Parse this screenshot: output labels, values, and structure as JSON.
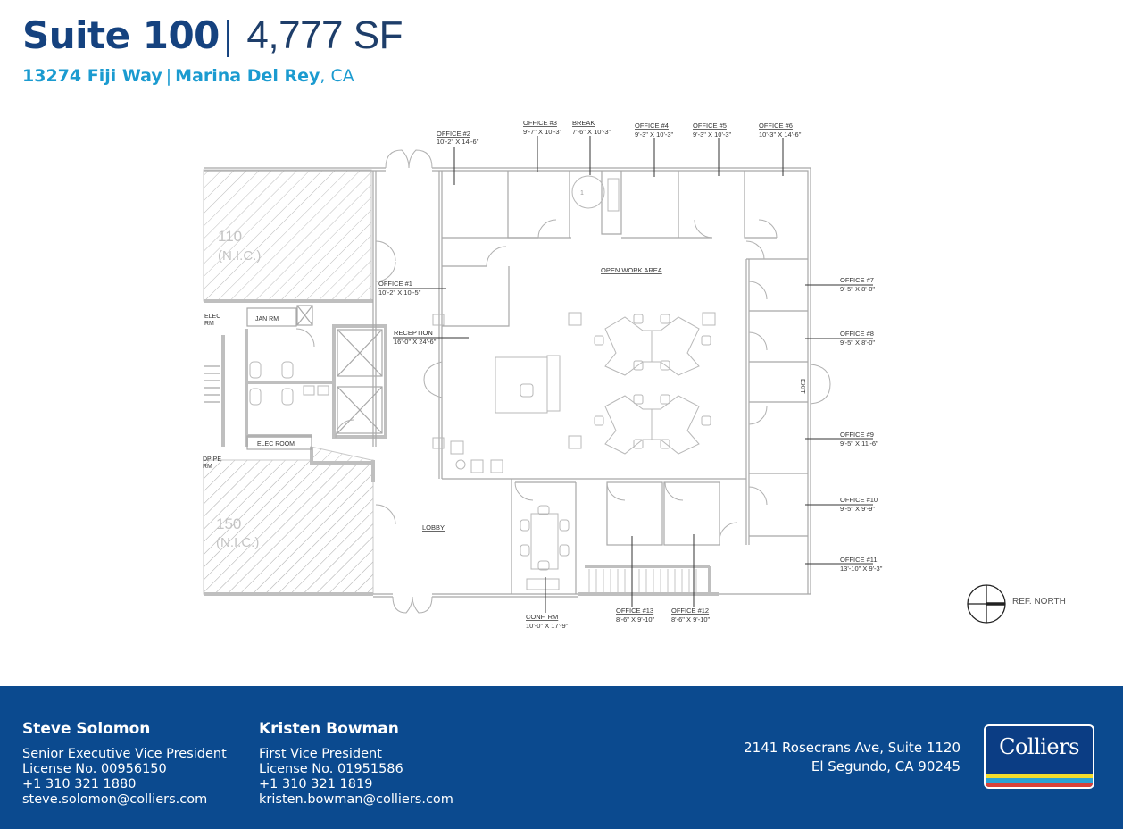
{
  "header": {
    "suite": "Suite 100",
    "separator": "|",
    "area": "4,777 SF",
    "street": "13274 Fiji Way",
    "address_separator": "|",
    "city": "Marina Del Rey",
    "state": ", CA"
  },
  "floorplan": {
    "rooms": [
      {
        "id": "office-2",
        "name": "OFFICE #2",
        "size": "10'-2\" X 14'-6\""
      },
      {
        "id": "office-3",
        "name": "OFFICE #3",
        "size": "9'-7\" X 10'-3\""
      },
      {
        "id": "break",
        "name": "BREAK",
        "size": "7'-6\" X 10'-3\""
      },
      {
        "id": "office-4",
        "name": "OFFICE #4",
        "size": "9'-3\" X 10'-3\""
      },
      {
        "id": "office-5",
        "name": "OFFICE #5",
        "size": "9'-3\" X 10'-3\""
      },
      {
        "id": "office-6",
        "name": "OFFICE #6",
        "size": "10'-3\" X 14'-6\""
      },
      {
        "id": "office-1",
        "name": "OFFICE #1",
        "size": "10'-2\" X 10'-5\""
      },
      {
        "id": "reception",
        "name": "RECEPTION",
        "size": "16'-0\" X 24'-6\""
      },
      {
        "id": "office-7",
        "name": "OFFICE #7",
        "size": "9'-5\" X 8'-0\""
      },
      {
        "id": "office-8",
        "name": "OFFICE #8",
        "size": "9'-5\" X 8'-0\""
      },
      {
        "id": "office-9",
        "name": "OFFICE #9",
        "size": "9'-5\" X 11'-6\""
      },
      {
        "id": "office-10",
        "name": "OFFICE #10",
        "size": "9'-5\" X 9'-9\""
      },
      {
        "id": "office-11",
        "name": "OFFICE #11",
        "size": "13'-10\" X 9'-3\""
      },
      {
        "id": "conf-rm",
        "name": "CONF. RM",
        "size": "10'-0\" X 17'-9\""
      },
      {
        "id": "office-13",
        "name": "OFFICE #13",
        "size": "8'-6\" X 9'-10\""
      },
      {
        "id": "office-12",
        "name": "OFFICE #12",
        "size": "8'-6\" X 9'-10\""
      }
    ],
    "labels": {
      "open_work_area": "OPEN WORK AREA",
      "lobby": "LOBBY",
      "exit": "EXIT",
      "jan_rm": "JAN RM",
      "elec_rm": "ELEC ROOM",
      "elec_rm_left": "ELEC",
      "elec_rm_left2": "RM",
      "pipe_rm": "DPIPE",
      "pipe_rm2": "RM",
      "suite_110": "110",
      "suite_110_nic": "(N.I.C.)",
      "suite_150": "150",
      "suite_150_nic": "(N.I.C.)",
      "table_number": "1",
      "ref_north": "REF. NORTH"
    }
  },
  "footer": {
    "agents": [
      {
        "name": "Steve Solomon",
        "title": "Senior Executive Vice President",
        "license": "License No. 00956150",
        "phone": "+1 310 321 1880",
        "email": "steve.solomon@colliers.com"
      },
      {
        "name": "Kristen Bowman",
        "title": "First Vice President",
        "license": "License No. 01951586",
        "phone": "+1 310 321 1819",
        "email": "kristen.bowman@colliers.com"
      }
    ],
    "office_address": {
      "line1": "2141 Rosecrans Ave, Suite 1120",
      "line2": "El Segundo, CA 90245"
    },
    "logo": {
      "text": "Colliers",
      "stripe_colors": [
        "#f4dd2c",
        "#2aa3d6",
        "#d8413a"
      ]
    },
    "background_color": "#0b4a8f"
  }
}
